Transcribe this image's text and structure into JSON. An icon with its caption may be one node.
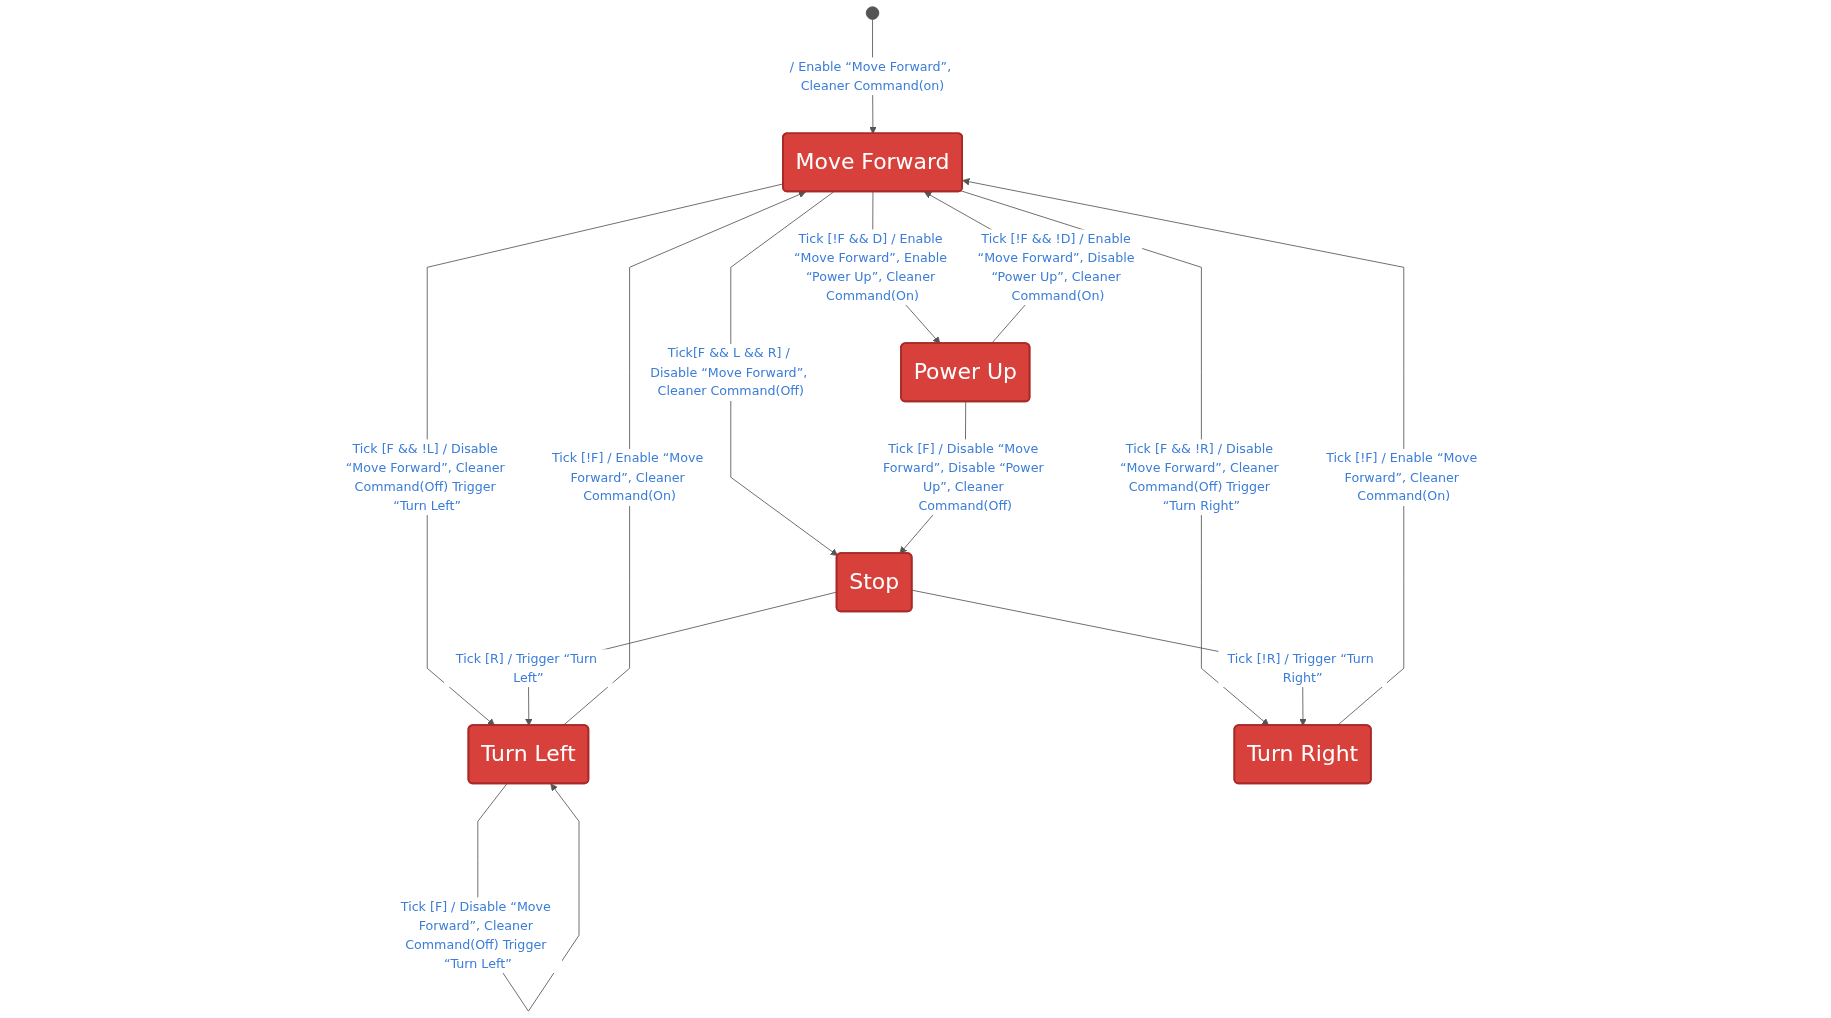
{
  "diagram": {
    "nodes": [
      {
        "text": [],
        "shape": "circle"
      },
      {
        "text": [
          "Move Forward"
        ]
      },
      {
        "text": [
          "Power Up"
        ]
      },
      {
        "text": [
          "Turn Left"
        ]
      },
      {
        "text": [
          "Turn Right"
        ]
      },
      {
        "text": [
          "Stop"
        ]
      }
    ],
    "edges": [
      {
        "from": 0,
        "to": 1,
        "arrow": "to",
        "label": "/ Enable “Move Forward”, Cleaner Command(on)"
      },
      {
        "from": 1,
        "to": 2,
        "arrow": "to",
        "label": "Tick [!F && D] / Enable “Move Forward”, Enable “Power Up”, Cleaner Command(On)"
      },
      {
        "from": 2,
        "to": 1,
        "arrow": "to",
        "label": "Tick [!F && !D] / Enable “Move Forward”, Disable “Power Up”, Cleaner Command(On)"
      },
      {
        "from": 1,
        "to": 3,
        "arrow": "to",
        "label": "Tick [F && !L] / Disable “Move Forward”, Cleaner Command(Off) Trigger “Turn Left”"
      },
      {
        "from": 3,
        "to": 1,
        "arrow": "to",
        "label": "Tick [!F] / Enable “Move Forward”, Cleaner Command(On)"
      },
      {
        "from": 1,
        "to": 4,
        "arrow": "to",
        "label": "Tick [F && !R] / Disable “Move Forward”, Cleaner Command(Off) Trigger “Turn Right”"
      },
      {
        "from": 4,
        "to": 1,
        "arrow": "to",
        "label": "Tick [!F] / Enable “Move Forward”, Cleaner Command(On)"
      },
      {
        "from": 1,
        "to": 5,
        "arrow": "to",
        "label": "Tick[F && L && R] / Disable “Move Forward”, Cleaner Command(Off)"
      },
      {
        "from": 3,
        "to": 3,
        "arrow": "to",
        "label": "Tick [F] / Disable “Move Forward”, Cleaner Command(Off) Trigger “Turn Left”"
      },
      {
        "from": 5,
        "to": 3,
        "arrow": "to",
        "label": "Tick [R] / Trigger “Turn Left”"
      },
      {
        "from": 5,
        "to": 4,
        "arrow": "to",
        "label": "Tick [!R] / Trigger “Turn Right”"
      },
      {
        "from": 2,
        "to": 5,
        "arrow": "to",
        "label": "Tick [F] / Disable “Move Forward”, Disable “Power Up”, Cleaner Command(Off)"
      }
    ]
  }
}
